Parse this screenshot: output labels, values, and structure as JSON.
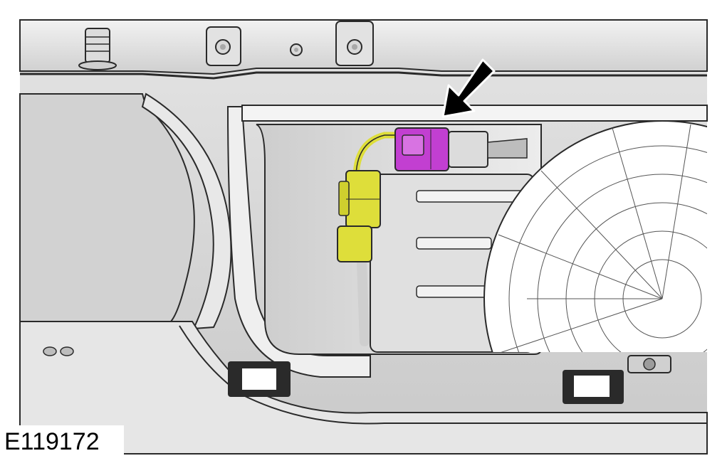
{
  "figure": {
    "id_label": "E119172",
    "colors": {
      "background": "#ffffff",
      "panel": "#d6d6d6",
      "panel_light": "#ececec",
      "panel_dark": "#a8a8a8",
      "outline": "#2a2a2a",
      "connector_magenta": "#c23fd1",
      "connector_yellow": "#dede3a",
      "arrow": "#000000"
    },
    "callouts": [
      {
        "name": "arrow",
        "target": "magenta-connector"
      }
    ]
  }
}
